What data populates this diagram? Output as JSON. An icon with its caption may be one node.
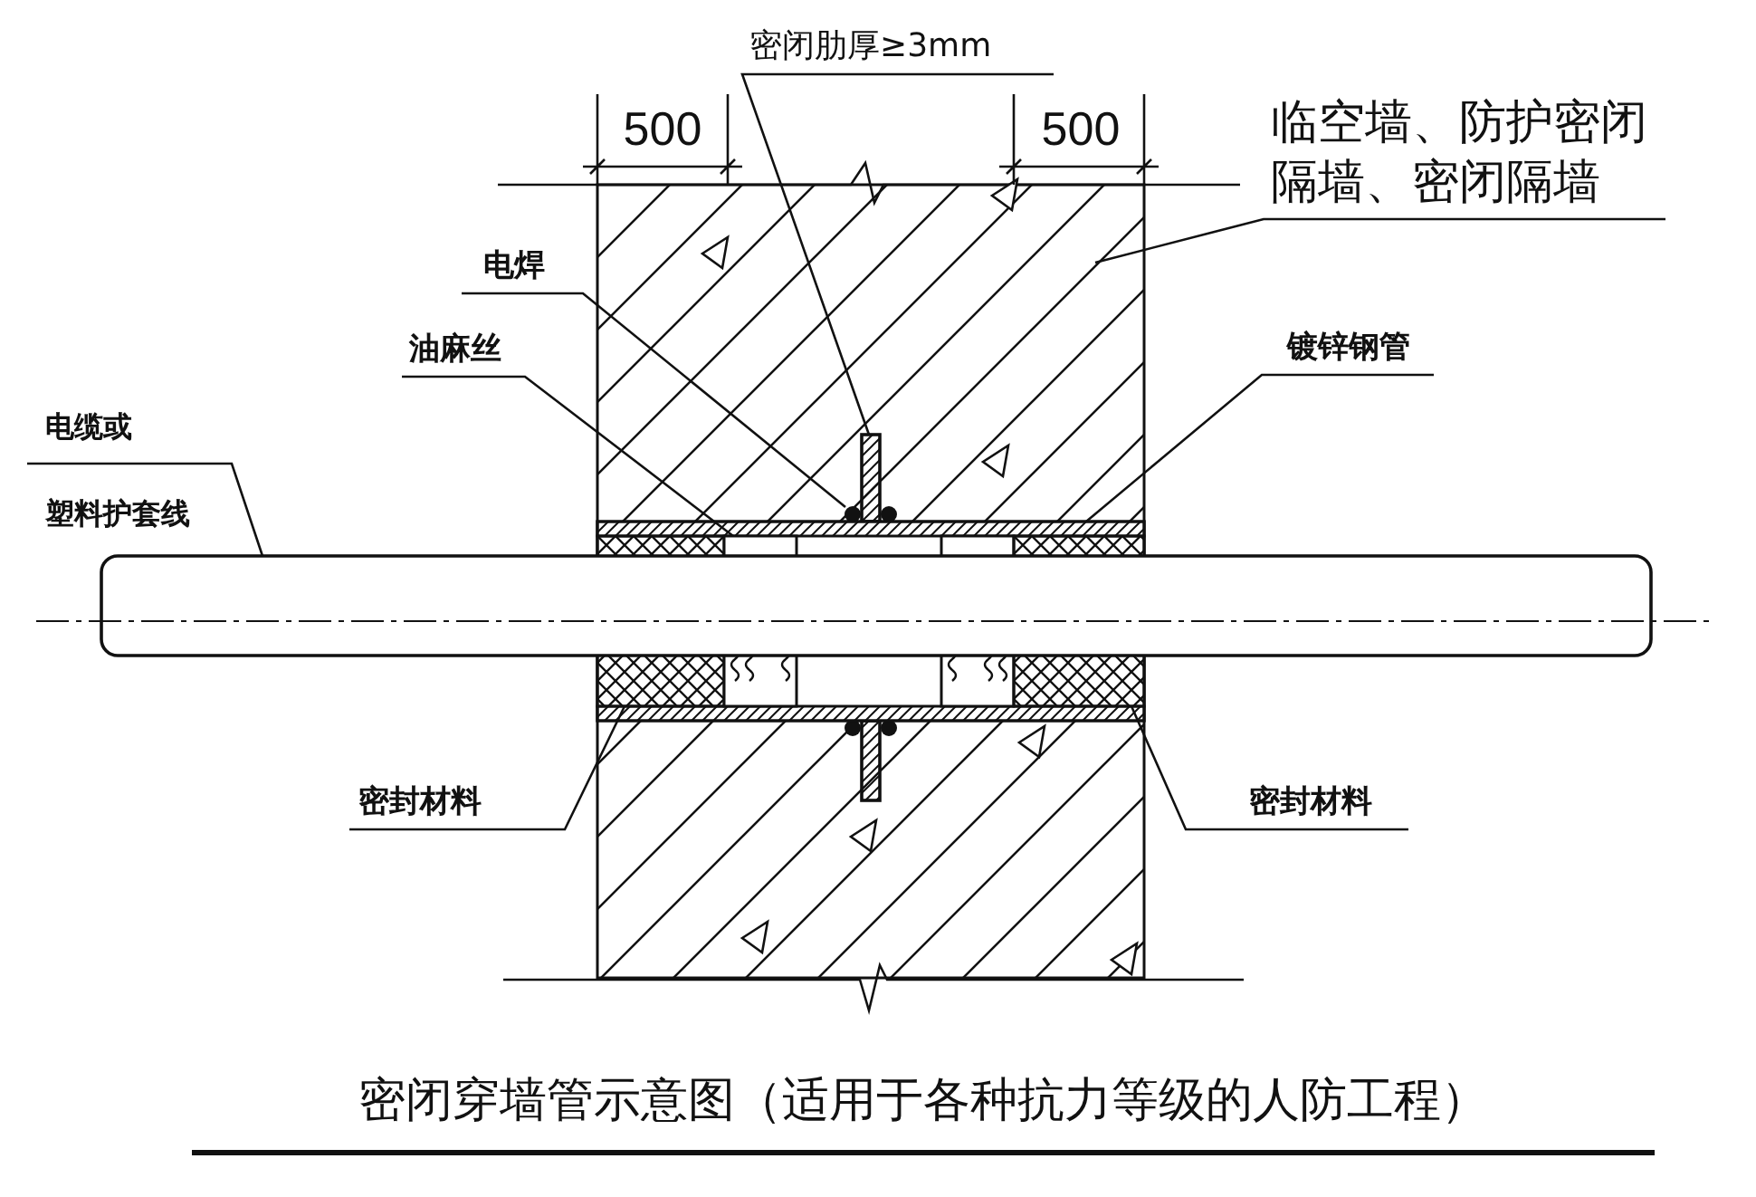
{
  "diagram": {
    "caption": "密闭穿墙管示意图（适用于各种抗力等级的人防工程）",
    "nodes": [
      {
        "text": [
          "密闭肋厚≥3mm"
        ]
      },
      {
        "text": [
          "临空墙、防护密闭隔墙、密闭隔墙"
        ]
      },
      {
        "text": [
          "电焊"
        ]
      },
      {
        "text": [
          "油麻丝"
        ]
      },
      {
        "text": [
          "镀锌钢管"
        ]
      },
      {
        "text": [
          "电缆或",
          "塑料护套线"
        ]
      },
      {
        "text": [
          "密封材料"
        ]
      },
      {
        "text": [
          "密封材料"
        ]
      },
      {
        "text": [],
        "shape": "box"
      },
      {
        "text": [],
        "shape": "bar",
        "in": 8
      },
      {
        "text": [],
        "shape": "circle",
        "in": 8
      },
      {
        "text": [],
        "shape": "box",
        "in": 8
      },
      {
        "text": [],
        "shape": "box",
        "in": 11
      },
      {
        "text": [],
        "shape": "box",
        "in": 11
      },
      {
        "text": [],
        "shape": "box",
        "in": 11
      },
      {
        "text": [],
        "shape": "bar"
      }
    ],
    "edges": [
      {
        "from": 0,
        "to": 9,
        "arrow": "none"
      },
      {
        "from": 1,
        "to": 8,
        "arrow": "none"
      },
      {
        "from": 2,
        "to": 10,
        "arrow": "none"
      },
      {
        "from": 3,
        "to": 13,
        "arrow": "none"
      },
      {
        "from": 4,
        "to": 11,
        "arrow": "none"
      },
      {
        "from": 5,
        "to": 15,
        "arrow": "none"
      },
      {
        "from": 6,
        "to": 12,
        "arrow": "none"
      },
      {
        "from": 7,
        "to": 14,
        "arrow": "none"
      }
    ],
    "labels": [
      "500",
      "500"
    ]
  }
}
